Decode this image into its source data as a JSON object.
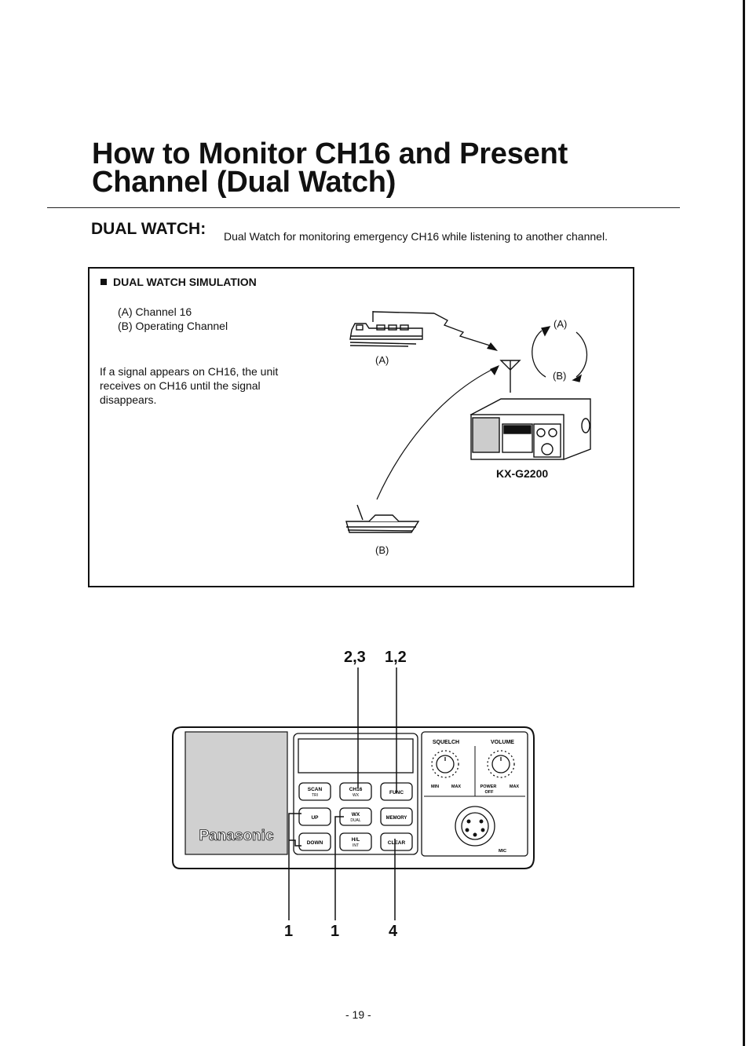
{
  "page": {
    "title_line1": "How to Monitor CH16 and Present",
    "title_line2": "Channel (Dual Watch)",
    "page_number": "- 19 -"
  },
  "dual_watch": {
    "label": "DUAL WATCH:",
    "description": "Dual Watch for monitoring emergency CH16 while listening to another channel."
  },
  "simulation": {
    "title": "DUAL WATCH SIMULATION",
    "legend": [
      "(A) Channel 16",
      "(B) Operating Channel"
    ],
    "note": "If a signal appears on CH16, the unit receives on CH16 until the signal disappears.",
    "label_a": "(A)",
    "label_b": "(B)",
    "cycle_a": "(A)",
    "cycle_b": "(B)",
    "model": "KX-G2200"
  },
  "panel": {
    "callouts_top": [
      "2,3",
      "1,2"
    ],
    "callouts_bottom": [
      "1",
      "1",
      "4"
    ],
    "brand": "Panasonic",
    "buttons": {
      "scan": [
        "SCAN",
        "TRI"
      ],
      "ch16": [
        "CH16",
        "WX"
      ],
      "func": [
        "FUNC"
      ],
      "up": [
        "UP"
      ],
      "wx": [
        "WX",
        "DUAL"
      ],
      "memory": [
        "MEMORY"
      ],
      "down": [
        "DOWN"
      ],
      "hl": [
        "H/L",
        "INT"
      ],
      "clear": [
        "CLEAR"
      ]
    },
    "squelch_label": "SQUELCH",
    "volume_label": "VOLUME",
    "min_label": "MIN",
    "max_label_1": "MAX",
    "power_label": "POWER",
    "off_label": "OFF",
    "max_label_2": "MAX",
    "mic_label": "MIC"
  }
}
